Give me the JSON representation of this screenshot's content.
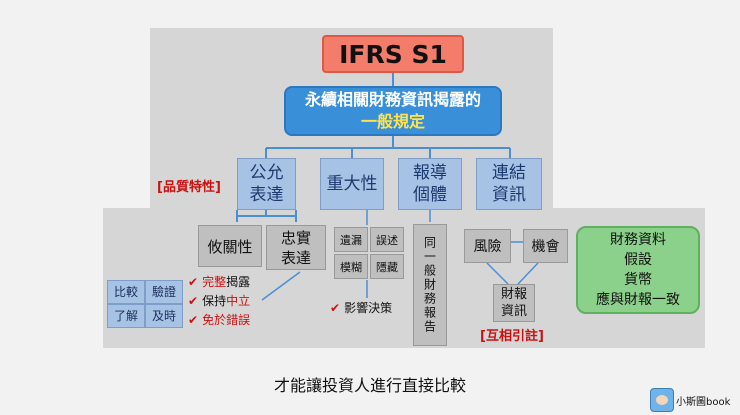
{
  "title": "IFRS S1",
  "scope": {
    "line1": "永續相關財務資訊揭露的",
    "line2": "一般規定"
  },
  "quality_label": "[品質特性]",
  "level2": [
    {
      "l1": "公允",
      "l2": "表達"
    },
    {
      "l1": "重大性",
      "l2": ""
    },
    {
      "l1": "報導",
      "l2": "個體"
    },
    {
      "l1": "連結",
      "l2": "資訊"
    }
  ],
  "fair": {
    "relevance": "攸關性",
    "faithful_l1": "忠實",
    "faithful_l2": "表達",
    "enhancing": [
      "比較",
      "驗證",
      "了解",
      "及時"
    ],
    "checks": [
      {
        "pre": "",
        "hl": "完整",
        "post": "揭露"
      },
      {
        "pre": "保持",
        "hl": "中立",
        "post": ""
      },
      {
        "pre": "",
        "hl": "免於錯誤",
        "post": ""
      }
    ]
  },
  "materiality": {
    "cells": [
      "遺漏",
      "誤述",
      "模糊",
      "隱藏"
    ],
    "impact": "影響決策"
  },
  "entity": {
    "vertical": "同一般財務報告"
  },
  "connected": {
    "risk": "風險",
    "opportunity": "機會",
    "fin_l1": "財報",
    "fin_l2": "資訊",
    "crossref": "[互相引註]"
  },
  "green": [
    "財務資料",
    "假設",
    "貨幣",
    "應與財報一致"
  ],
  "subtitle": "才能讓投資人進行直接比較",
  "logo_text": "小斯圖book"
}
